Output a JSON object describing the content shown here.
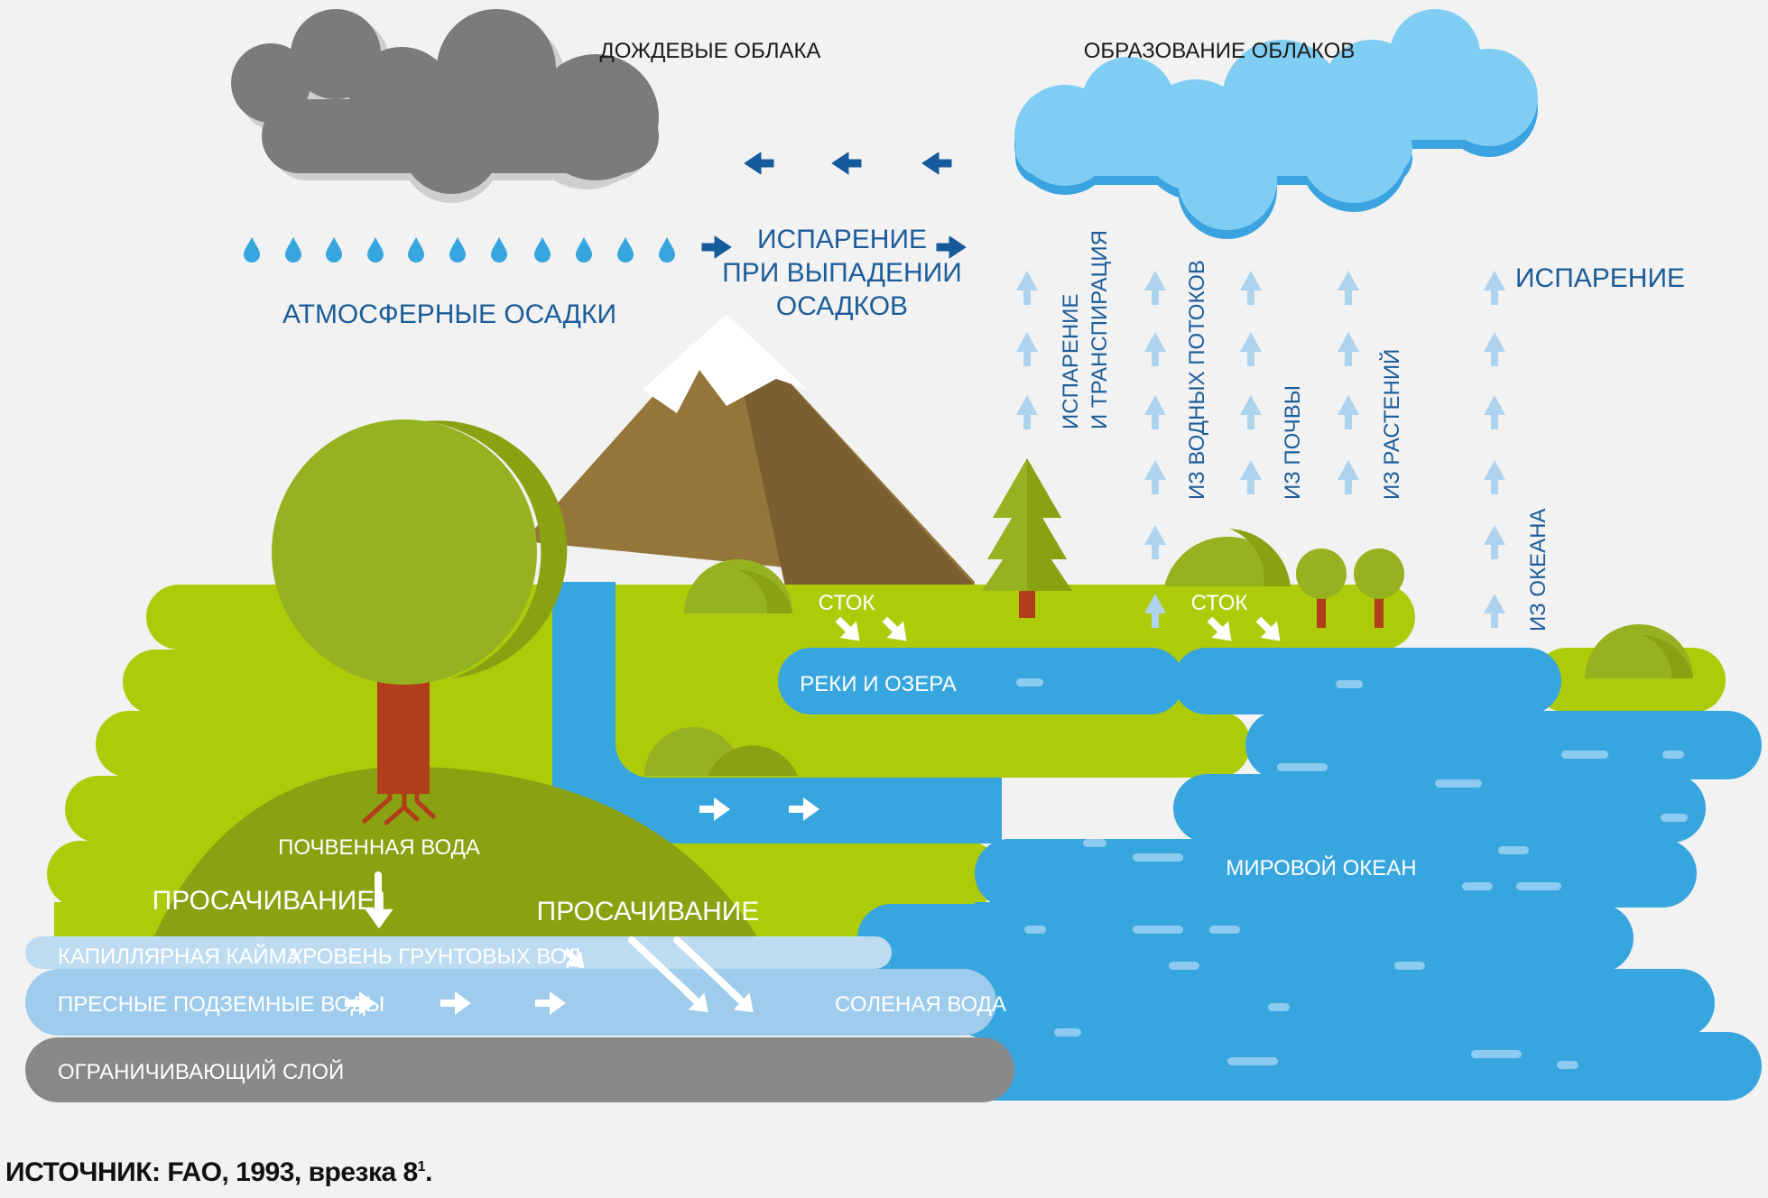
{
  "labels": {
    "rain_clouds": "ДОЖДЕВЫЕ ОБЛАКА",
    "cloud_formation": "ОБРАЗОВАНИЕ ОБЛАКОВ",
    "evap_precip_1": "ИСПАРЕНИЕ",
    "evap_precip_2": "ПРИ ВЫПАДЕНИИ",
    "evap_precip_3": "ОСАДКОВ",
    "precipitation": "АТМОСФЕРНЫЕ ОСАДКИ",
    "evaporation": "ИСПАРЕНИЕ",
    "evapotranspiration_1": "ИСПАРЕНИЕ",
    "evapotranspiration_2": "И ТРАНСПИРАЦИЯ",
    "from_streams": "ИЗ ВОДНЫХ ПОТОКОВ",
    "from_soil": "ИЗ ПОЧВЫ",
    "from_plants": "ИЗ РАСТЕНИЙ",
    "from_ocean": "ИЗ ОКЕАНА",
    "runoff_1": "СТОК",
    "runoff_2": "СТОК",
    "rivers_lakes": "РЕКИ И ОЗЕРА",
    "world_ocean": "МИРОВОЙ ОКЕАН",
    "soil_water": "ПОЧВЕННАЯ ВОДА",
    "infiltration_1": "ПРОСАЧИВАНИЕ",
    "infiltration_2": "ПРОСАЧИВАНИЕ",
    "capillary_fringe": "КАПИЛЛЯРНАЯ КАЙМА",
    "water_table": "УРОВЕНЬ ГРУНТОВЫХ ВОД",
    "fresh_groundwater": "ПРЕСНЫЕ ПОДЗЕМНЫЕ ВОДЫ",
    "salt_water": "СОЛЕНАЯ ВОДА",
    "confining_layer": "ОГРАНИЧИВАЮЩИЙ СЛОЙ"
  },
  "source": {
    "text": "ИСТОЧНИК: FAO, 1993, врезка 8",
    "note": "1",
    "end": "."
  },
  "colors": {
    "background": "#f2f2f2",
    "land_green": "#aecb0a",
    "dark_green": "#8aa112",
    "tree_green": "#95b320",
    "ocean_blue": "#37a6df",
    "cloud_gray": "#7b7b7b",
    "cloud_blue": "#80cdf3",
    "label_blue": "#1c5d99",
    "arrow_dark_blue": "#155a9a",
    "arrow_light_blue": "#aed3ee",
    "mountain_brown": "#94763b",
    "trunk_red": "#b13d1a",
    "confining_gray": "#888888",
    "groundwater_light": "#bddcf2",
    "groundwater_mid": "#9fcbec"
  }
}
